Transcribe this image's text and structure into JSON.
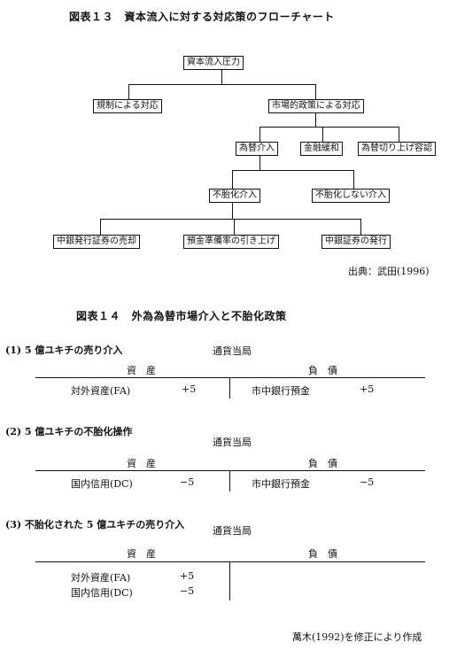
{
  "figure13": {
    "title": "図表１３　資本流入に対する対応策のフローチャート",
    "nodes": {
      "root": "資本流入圧力",
      "l1_left": "規制による対応",
      "l1_right": "市場的政策による対応",
      "l2_a": "為替介入",
      "l2_b": "金融緩和",
      "l2_c": "為替切り上げ容認",
      "l3_a": "不胎化介入",
      "l3_b": "不胎化しない介入",
      "l4_a": "中銀発行証券の売却",
      "l4_b": "預金準備率の引き上げ",
      "l4_c": "中銀証券の発行"
    },
    "source": "出典：武田(1996)"
  },
  "figure14": {
    "title": "図表１４　外為為替市場介入と不胎化政策",
    "col_assets": "資　産",
    "col_liabilities": "負　債",
    "authority": "通貨当局",
    "sections": [
      {
        "heading": "(1) 5 億ユキチの売り介入",
        "left_rows": [
          {
            "label": "対外資産(FA)",
            "value": "+5"
          }
        ],
        "right_rows": [
          {
            "label": "市中銀行預金",
            "value": "+5"
          }
        ]
      },
      {
        "heading": "(2) 5 億ユキチの不胎化操作",
        "left_rows": [
          {
            "label": "国内信用(DC)",
            "value": "−5"
          }
        ],
        "right_rows": [
          {
            "label": "市中銀行預金",
            "value": "−5"
          }
        ]
      },
      {
        "heading": "(3) 不胎化された 5 億ユキチの売り介入",
        "left_rows": [
          {
            "label": "対外資産(FA)",
            "value": "+5"
          },
          {
            "label": "国内信用(DC)",
            "value": "−5"
          }
        ],
        "right_rows": []
      }
    ],
    "source": "萬木(1992)を修正により作成"
  }
}
